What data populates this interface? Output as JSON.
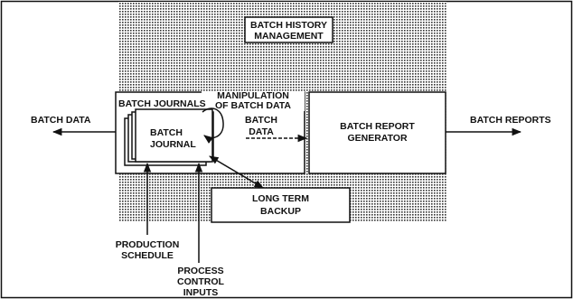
{
  "title": {
    "line1": "BATCH HISTORY",
    "line2": "MANAGEMENT"
  },
  "batch_journals": {
    "group_label": "BATCH JOURNALS",
    "card_line1": "BATCH",
    "card_line2": "JOURNAL"
  },
  "manipulation": {
    "line1": "MANIPULATION",
    "line2": "OF BATCH DATA"
  },
  "batch_data_inner": {
    "line1": "BATCH",
    "line2": "DATA"
  },
  "report_generator": {
    "line1": "BATCH REPORT",
    "line2": "GENERATOR"
  },
  "long_term_backup": {
    "line1": "LONG TERM",
    "line2": "BACKUP"
  },
  "outputs": {
    "left": "BATCH DATA",
    "right": "BATCH REPORTS"
  },
  "inputs": {
    "production_line1": "PRODUCTION",
    "production_line2": "SCHEDULE",
    "process_line1": "PROCESS",
    "process_line2": "CONTROL",
    "process_line3": "INPUTS"
  },
  "colors": {
    "ink": "#111111",
    "shade": "#c8c8c8",
    "paper": "#ffffff"
  }
}
